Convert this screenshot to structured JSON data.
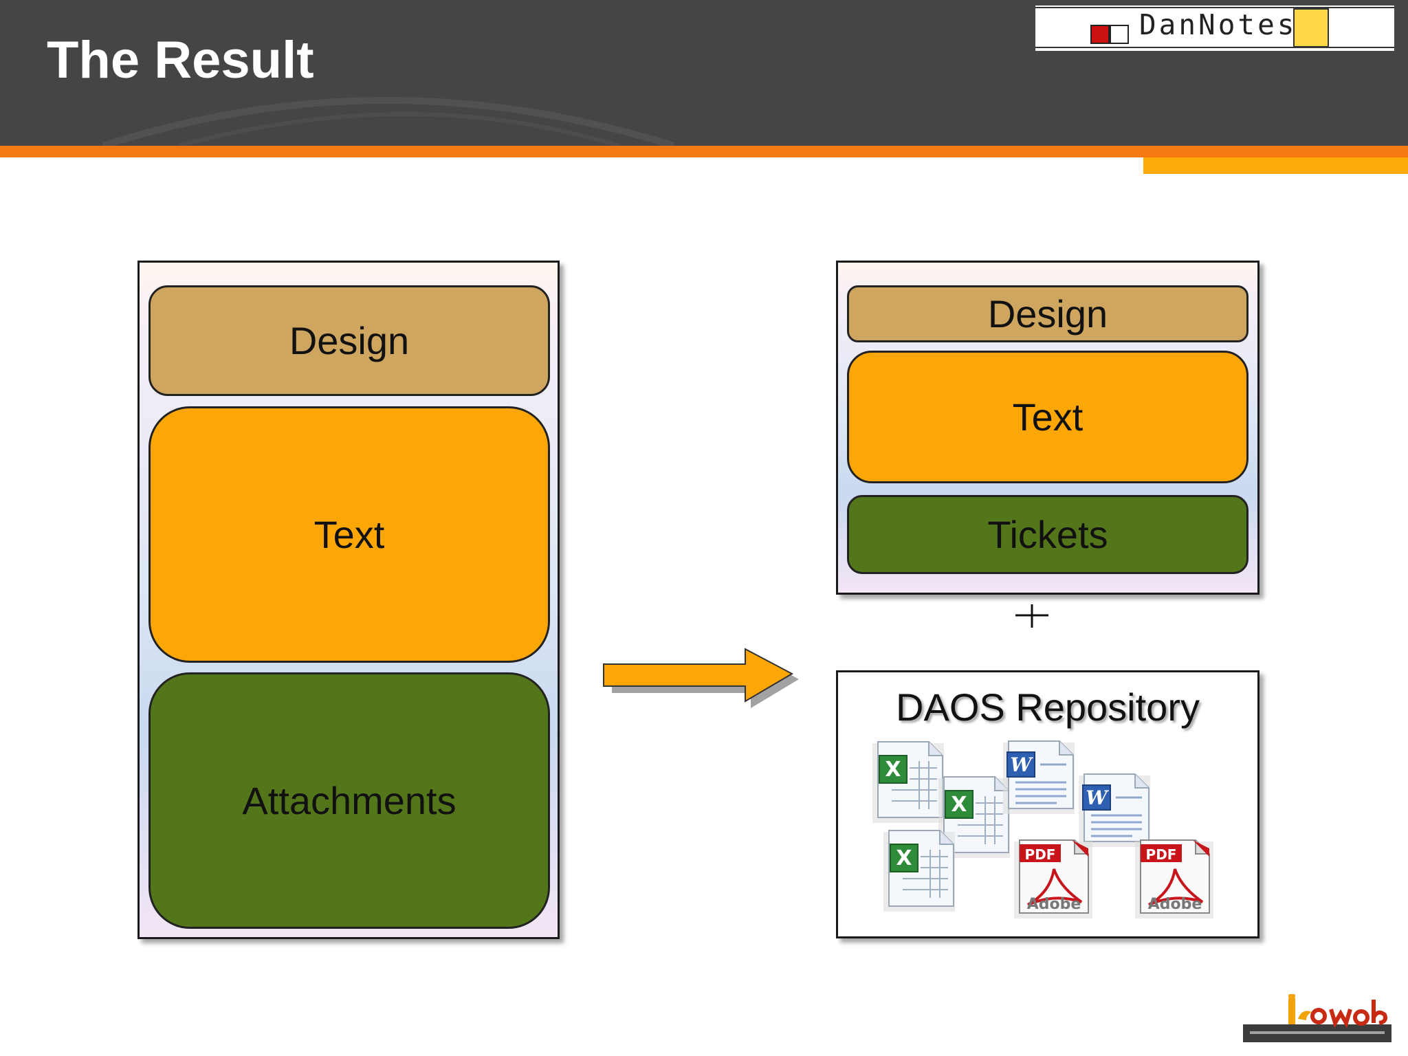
{
  "slide": {
    "title": "The Result"
  },
  "logo": {
    "brand": "DanNotes"
  },
  "left_stack": {
    "blocks": [
      {
        "label": "Design"
      },
      {
        "label": "Text"
      },
      {
        "label": "Attachments"
      }
    ]
  },
  "right_stack": {
    "blocks": [
      {
        "label": "Design"
      },
      {
        "label": "Text"
      },
      {
        "label": "Tickets"
      }
    ]
  },
  "repository": {
    "title": "DAOS Repository"
  },
  "colors": {
    "header_bg": "#454545",
    "orange_bar": "#f57a14",
    "design_block": "#cfa65f",
    "text_block": "#fca705",
    "green_block": "#54761b"
  },
  "icons": [
    "excel-document-icon",
    "word-document-icon",
    "pdf-document-icon",
    "plus-icon",
    "arrow-right-icon",
    "iscweb-logo"
  ]
}
